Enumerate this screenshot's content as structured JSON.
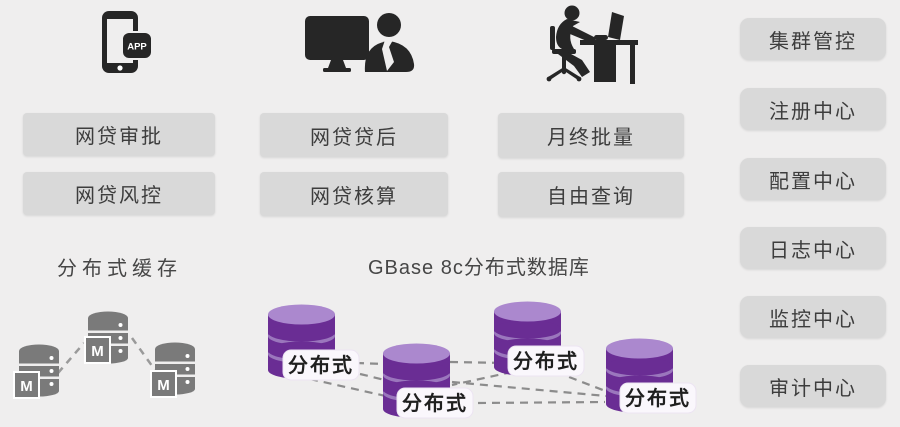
{
  "app_columns": [
    {
      "icon": "mobile-app-icon",
      "buttons": [
        "网贷审批",
        "网贷风控"
      ]
    },
    {
      "icon": "teller-monitor-icon",
      "buttons": [
        "网贷贷后",
        "网贷核算"
      ]
    },
    {
      "icon": "analyst-desk-icon",
      "buttons": [
        "月终批量",
        "自由查询"
      ]
    }
  ],
  "service_panel": {
    "items": [
      "集群管控",
      "注册中心",
      "配置中心",
      "日志中心",
      "监控中心",
      "审计中心"
    ]
  },
  "cache_cluster": {
    "title": "分布式缓存",
    "badge": "M"
  },
  "database_cluster": {
    "title": "GBase 8c分布式数据库",
    "node_labels": [
      "分布式",
      "分布式",
      "分布式",
      "分布式"
    ]
  },
  "icons": {
    "app_badge_label": "APP"
  },
  "colors": {
    "background": "#efeeee",
    "button_bg": "#d9d9d9",
    "button_text": "#3d3d3d",
    "icon_black": "#262626",
    "cache_gray": "#7a7a7a",
    "db_purple_body": "#6a2d94",
    "db_purple_top": "#ab88ce",
    "db_purple_band": "#9b77bd",
    "node_label_bg": "#faf7fc",
    "dash_line": "#8c8c8c"
  }
}
